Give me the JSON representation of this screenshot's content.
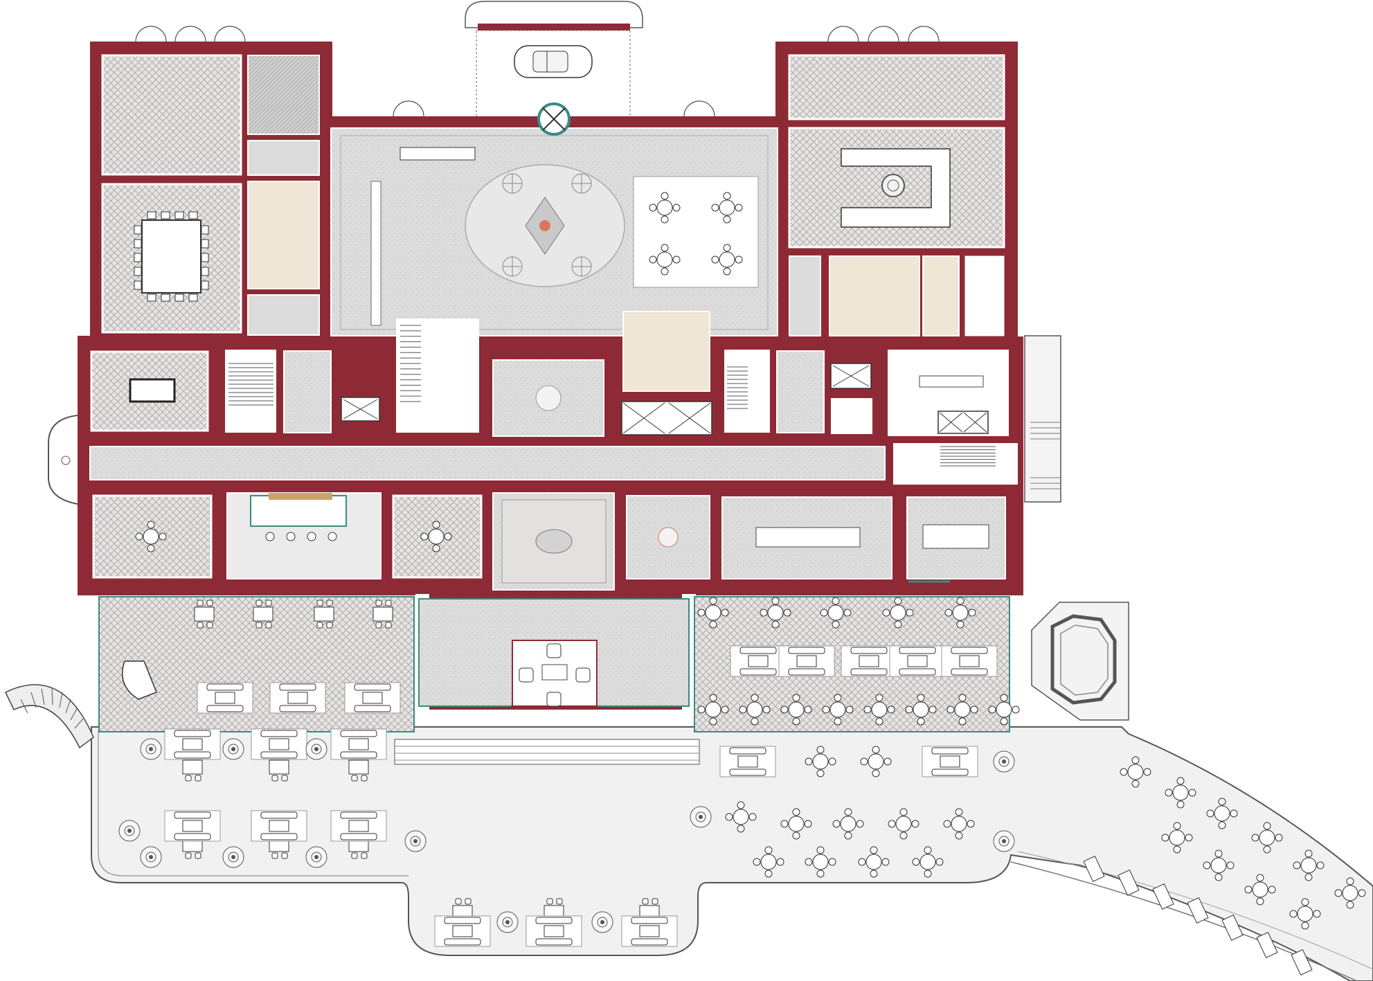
{
  "colors": {
    "wall": "#8e2a35",
    "room_grey": "#d8d8d8",
    "room_light": "#ebebeb",
    "terrace": "#f1f1f1",
    "washroom": "#efe6d6",
    "accent": "#d9775c",
    "glass": "#3a8a86",
    "line": "#4a4a4a",
    "wood": "#c9a46a"
  },
  "patterns": {
    "salon_floor": "diagonal-lattice",
    "marble_floor": "speckled",
    "carpet": "ornamental-medallion"
  },
  "furniture": {
    "terrace_tables": 24,
    "lounge_groups": 6,
    "cafe_tables": 22,
    "planters": 12
  }
}
